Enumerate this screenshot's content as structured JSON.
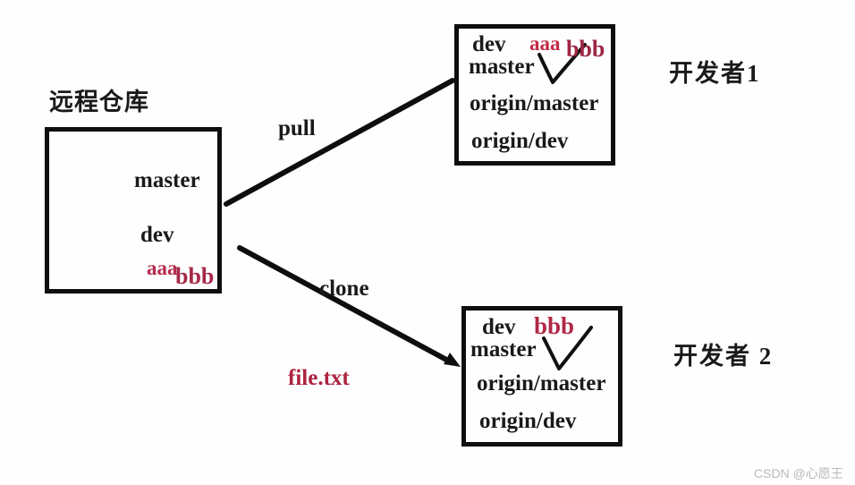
{
  "colors": {
    "ink": "#1a1a1a",
    "box_border": "#0e0e0e",
    "red": "#c22c45",
    "dark_red": "#9e2743",
    "crimson": "#ad2440",
    "watermark_gray": "#b9b9b9"
  },
  "remote": {
    "title": "远程仓库",
    "master": "master",
    "dev": "dev",
    "aaa": "aaa",
    "bbb": "bbb"
  },
  "connections": {
    "pull_label": "pull",
    "clone_label": "clone"
  },
  "file_label": "file.txt",
  "developer1": {
    "title": "开发者1",
    "dev": "dev",
    "aaa": "aaa",
    "bbb": "bbb",
    "master": "master",
    "origin_master": "origin/master",
    "origin_dev": "origin/dev"
  },
  "developer2": {
    "title": "开发者 2",
    "dev": "dev",
    "bbb": "bbb",
    "master": "master",
    "origin_master": "origin/master",
    "origin_dev": "origin/dev"
  },
  "watermark": "CSDN @心愿王"
}
